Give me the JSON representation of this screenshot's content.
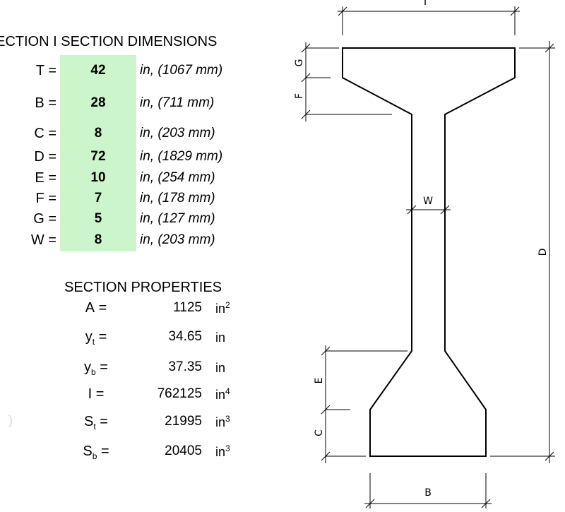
{
  "dimensions": {
    "title": "ECTION I SECTION DIMENSIONS",
    "rows": [
      {
        "label": "T =",
        "value": "42",
        "unit": "in, (1067 mm)"
      },
      {
        "label": "B =",
        "value": "28",
        "unit": "in, (711 mm)"
      },
      {
        "label": "C =",
        "value": "8",
        "unit": "in, (203 mm)"
      },
      {
        "label": "D =",
        "value": "72",
        "unit": "in, (1829 mm)"
      },
      {
        "label": "E =",
        "value": "10",
        "unit": "in, (254 mm)"
      },
      {
        "label": "F =",
        "value": "7",
        "unit": "in, (178 mm)"
      },
      {
        "label": "G =",
        "value": "5",
        "unit": "in, (127 mm)"
      },
      {
        "label": "W =",
        "value": "8",
        "unit": "in, (203 mm)"
      }
    ]
  },
  "properties": {
    "title": "SECTION PROPERTIES",
    "rows": [
      {
        "sym": "A",
        "sub": "",
        "eq": " =",
        "value": "1125",
        "unit": "in",
        "exp": "2"
      },
      {
        "sym": "y",
        "sub": "t",
        "eq": " =",
        "value": "34.65",
        "unit": "in",
        "exp": ""
      },
      {
        "sym": "y",
        "sub": "b",
        "eq": " =",
        "value": "37.35",
        "unit": "in",
        "exp": ""
      },
      {
        "sym": "I",
        "sub": "",
        "eq": " =",
        "value": "762125",
        "unit": "in",
        "exp": "4"
      },
      {
        "sym": "S",
        "sub": "t",
        "eq": " =",
        "value": "21995",
        "unit": "in",
        "exp": "3"
      },
      {
        "sym": "S",
        "sub": "b",
        "eq": " =",
        "value": "20405",
        "unit": "in",
        "exp": "3"
      }
    ]
  },
  "diagram": {
    "labels": {
      "T": "T",
      "G": "G",
      "F": "F",
      "W": "W",
      "D": "D",
      "E": "E",
      "C": "C",
      "B": "B"
    }
  },
  "stray_mark": ")"
}
